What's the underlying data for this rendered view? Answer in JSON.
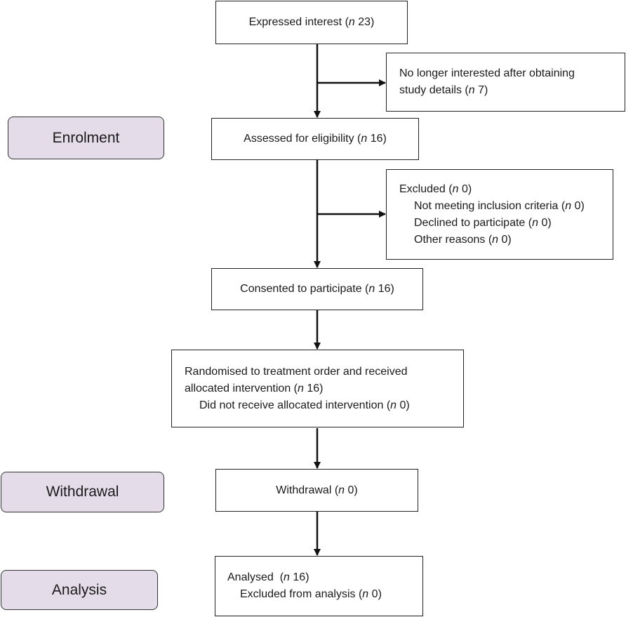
{
  "stages": {
    "enrolment": "Enrolment",
    "withdrawal": "Withdrawal",
    "analysis": "Analysis"
  },
  "n_symbol": "n",
  "boxes": {
    "expressed_interest": {
      "label": "Expressed interest (",
      "n": "23",
      "close": ")"
    },
    "no_longer_interested": {
      "line1": "No longer interested after obtaining",
      "line2": "study details (",
      "n": "7",
      "close": ")"
    },
    "assessed": {
      "label": "Assessed for eligibility (",
      "n": "16",
      "close": ")"
    },
    "excluded": {
      "title": "Excluded (",
      "title_n": "0",
      "items": [
        {
          "label": "Not meeting inclusion criteria (",
          "n": "0"
        },
        {
          "label": "Declined to participate (",
          "n": "0"
        },
        {
          "label": "Other reasons (",
          "n": "0"
        }
      ],
      "close": ")"
    },
    "consented": {
      "label": "Consented to participate (",
      "n": "16",
      "close": ")"
    },
    "randomised": {
      "line1": "Randomised to treatment order and received",
      "line2": "allocated intervention (",
      "n": "16",
      "sub": "Did not receive allocated intervention (",
      "sub_n": "0",
      "close": ")"
    },
    "withdrawal": {
      "label": "Withdrawal (",
      "n": "0",
      "close": ")"
    },
    "analysed": {
      "label": "Analysed  (",
      "n": "16",
      "sub": "Excluded from analysis (",
      "sub_n": "0",
      "close": ")"
    }
  }
}
